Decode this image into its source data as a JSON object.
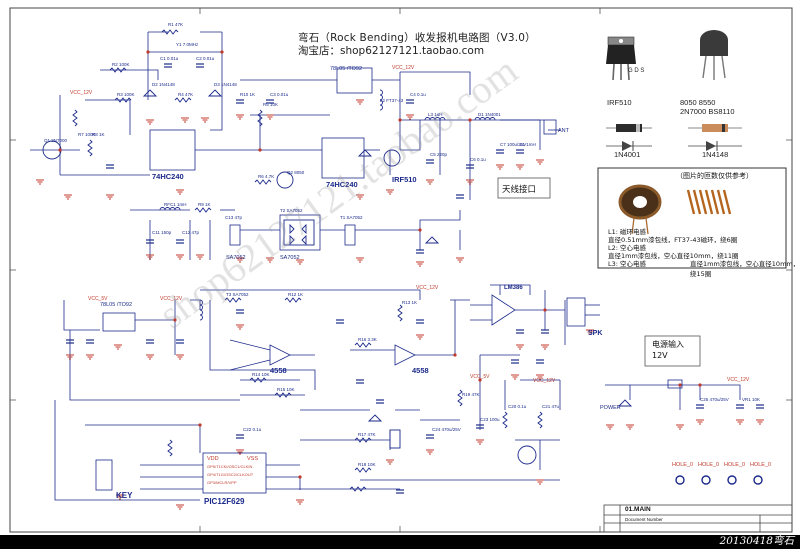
{
  "header": {
    "title": "弯石（Rock Bending）收发报机电路图（V3.0）",
    "shop": "淘宝店：shop62127121.taobao.com"
  },
  "watermark": "shop62127121.taobao.com",
  "credit": "20130418弯石",
  "blocks": {
    "antenna": "天线接口",
    "power_in": "电源输入\n12V",
    "legend_note": "（图片的匝数仅供参考）",
    "coil_l1": "L1: 磁环电感",
    "coil_l1_detail": "直径0.51mm漆包线，FT37-43磁环，绕6圈",
    "coil_l2": "L2: 空心电感",
    "coil_l2_detail": "直径1mm漆包线，空心直径10mm，绕11圈",
    "coil_l3": "L3: 空心电感",
    "coil_l3_detail": "直径1mm漆包线，空心直径10mm，绕15圈"
  },
  "parts": {
    "irf510": "IRF510",
    "gds": "G D S",
    "trans_a": "8050  8550",
    "trans_b": "2N7000 BS8110",
    "diode_a": "1N4001",
    "diode_b": "1N4148"
  },
  "ics": {
    "u2a": "74HC240",
    "u2b": "74HC240",
    "irf": "IRF510",
    "u4a": "4558",
    "u4b": "4558",
    "mcu": "PIC12F629",
    "amp": "LM386",
    "reg1": "78L05 /TO92",
    "reg2": "78L05 /TO92",
    "mixer1": "SA7052",
    "mixer2": "SA7052"
  },
  "labels": {
    "key": "KEY",
    "spk": "SPK",
    "ant": "ANT",
    "power": "POWER",
    "vcc12": "VCC_12V",
    "vcc5": "VCC_5V",
    "title_block": "01.MAIN",
    "doc": "Document Number"
  },
  "mcu_pins": [
    "VDD",
    "GP5/T1CKI/OSC1/CLKIN",
    "GP4/T1G/OSC2/CLKOUT",
    "GP3/MCLR/VPP",
    "VSS",
    "GP0/CIN+/ICSPDAT",
    "GP1/CIN-/ICSPCLK",
    "GP2/T0CKI/INT/COUT"
  ],
  "holes": [
    "HOLE_0",
    "HOLE_0",
    "HOLE_0",
    "HOLE_0"
  ],
  "components": [
    "R1 47K",
    "C1 0.01u",
    "C2 0.01u",
    "Y1 7.0MHz",
    "R2 100K",
    "R3 100K",
    "R4 47K",
    "R5 10K",
    "R6 4.7K",
    "R7 100K",
    "R8 1K",
    "R9 1K",
    "R10 1K",
    "C3 0.01u",
    "C4 0.1u",
    "C5 220p",
    "C6 0.1u",
    "C7 100u/25V",
    "L1 1mH",
    "L2 FT37-43",
    "L3 1uH",
    "D1 1N4001",
    "D2 1N4148",
    "D3 1N4148",
    "Q1 2N7000",
    "Q2 8050",
    "RFC1 1mH",
    "C11 150p",
    "C12 47p",
    "C13 47p",
    "T1 SA7052",
    "T2 SA7052",
    "T3 SA7052",
    "R12 1K",
    "R13 1K",
    "R14 10K",
    "R15 10K",
    "R16 3.3K",
    "R17 47K",
    "R18 10K",
    "R19 47K",
    "C20 0.1u",
    "C21 47u",
    "C22 0.1u",
    "C23 100u",
    "C24 470u/25V",
    "C25 470u/25V",
    "VR1 10K"
  ]
}
